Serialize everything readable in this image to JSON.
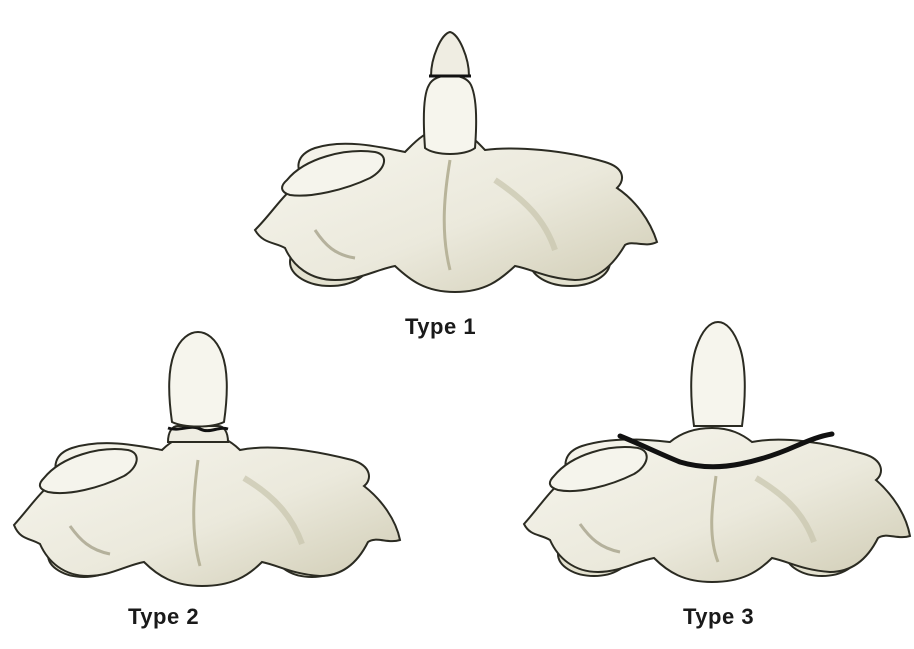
{
  "figure": {
    "panels": [
      {
        "label": "Type 1"
      },
      {
        "label": "Type 2"
      },
      {
        "label": "Type 3"
      }
    ],
    "colors": {
      "bone_fill": "#efede2",
      "bone_shadow": "#c7c4ac",
      "bone_dark": "#8f8b70",
      "outline": "#2b2b22",
      "fracture": "#111111"
    }
  }
}
